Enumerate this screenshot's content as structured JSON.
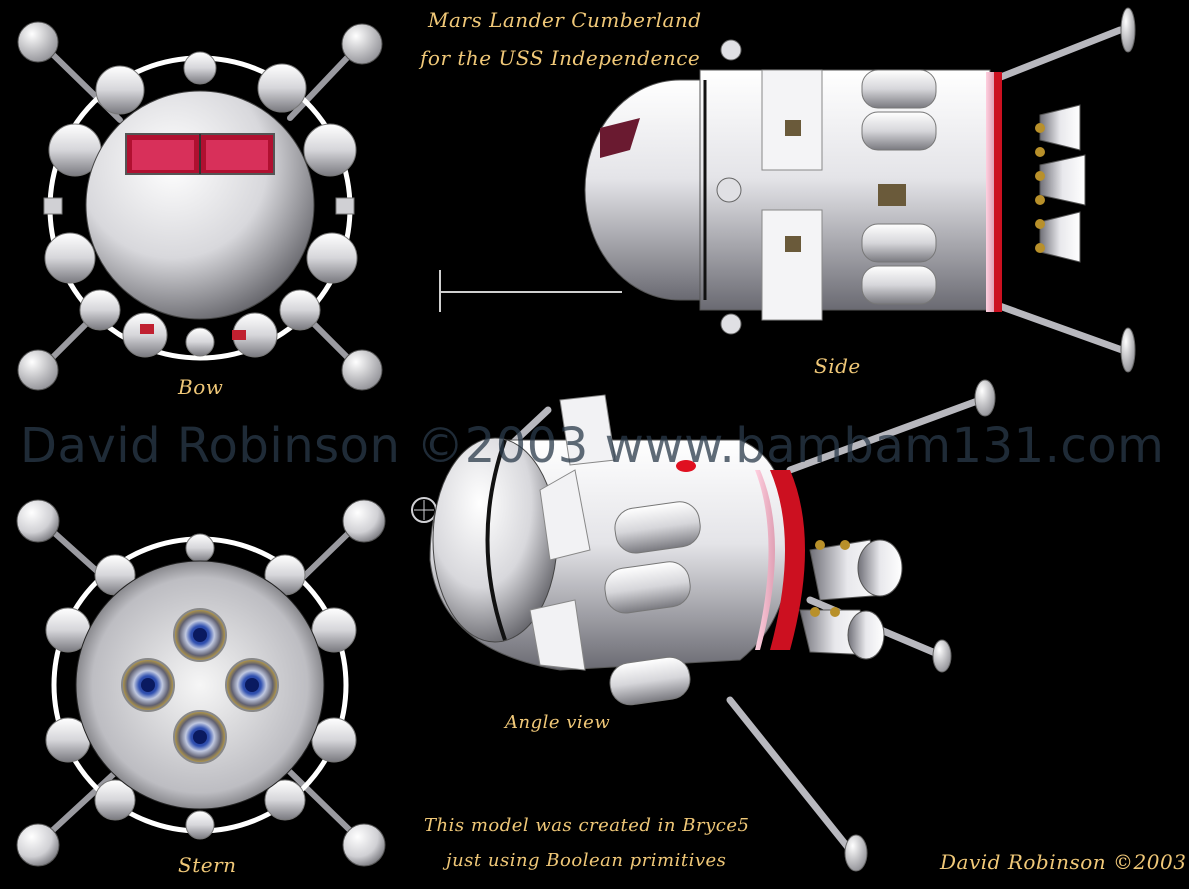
{
  "title": {
    "line1": "Mars Lander Cumberland",
    "line2": "for the USS Independence"
  },
  "views": {
    "bow": "Bow",
    "side": "Side",
    "stern": "Stern",
    "angle": "Angle view"
  },
  "watermark": "David Robinson ©2003 www.bambam131.com",
  "note": {
    "line1": "This model was created in Bryce5",
    "line2": "just using Boolean primitives"
  },
  "signature": "David Robinson ©2003",
  "colors": {
    "caption": "#f0c878",
    "hull": "#e8e8ec",
    "accent_red": "#cc1020",
    "background": "#000000"
  }
}
